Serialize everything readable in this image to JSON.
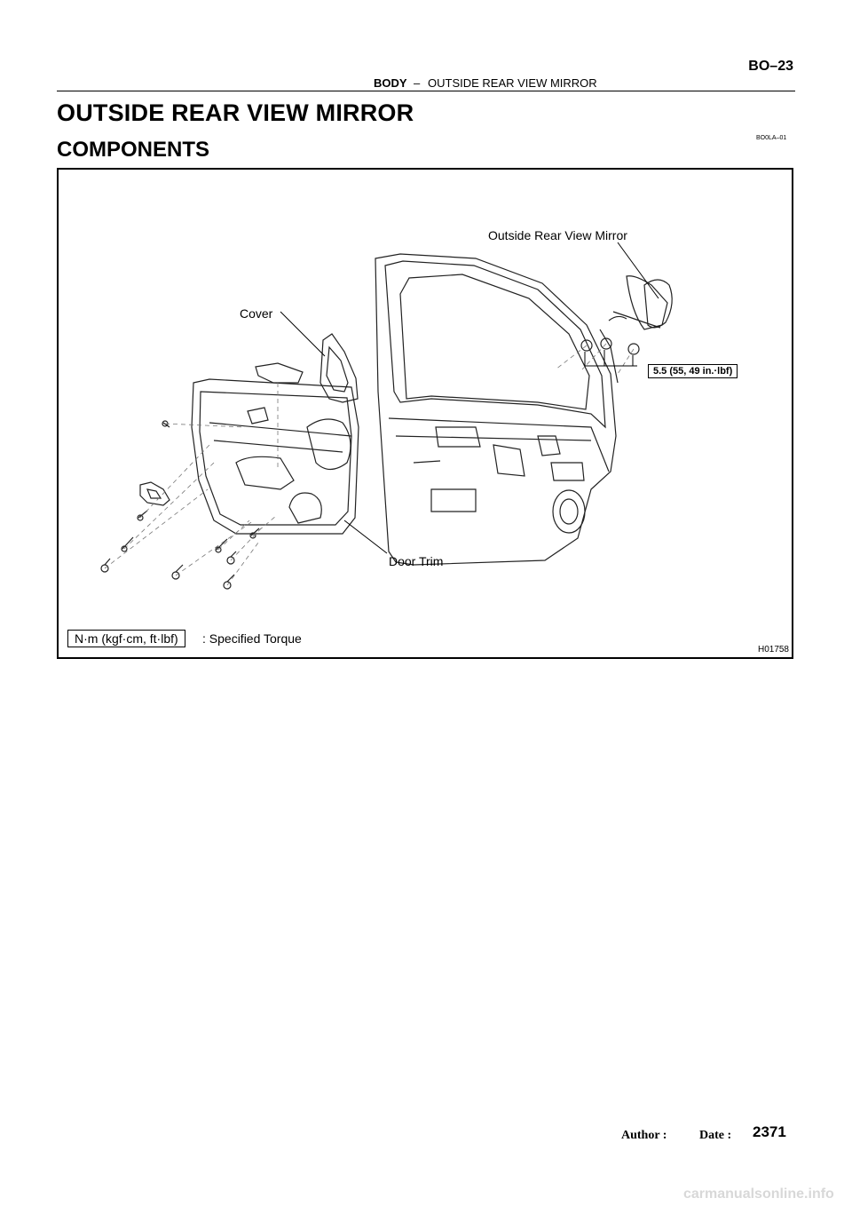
{
  "header": {
    "section": "BODY",
    "dash": "–",
    "subject": "OUTSIDE REAR VIEW MIRROR",
    "page_code": "BO–23"
  },
  "title": "OUTSIDE REAR VIEW MIRROR",
  "subtitle": "COMPONENTS",
  "doc_code": "BO0LA–01",
  "figure": {
    "labels": {
      "mirror": "Outside Rear View Mirror",
      "cover": "Cover",
      "door_trim": "Door Trim"
    },
    "torque_value": "5.5 (55, 49 in.·lbf)",
    "legend_units": "N·m (kgf·cm, ft·lbf)",
    "legend_text": ": Specified Torque",
    "figure_code": "H01758"
  },
  "footer": {
    "author_label": "Author :",
    "date_label": "Date :",
    "page_number": "2371"
  },
  "watermark": "carmanualsonline.info"
}
